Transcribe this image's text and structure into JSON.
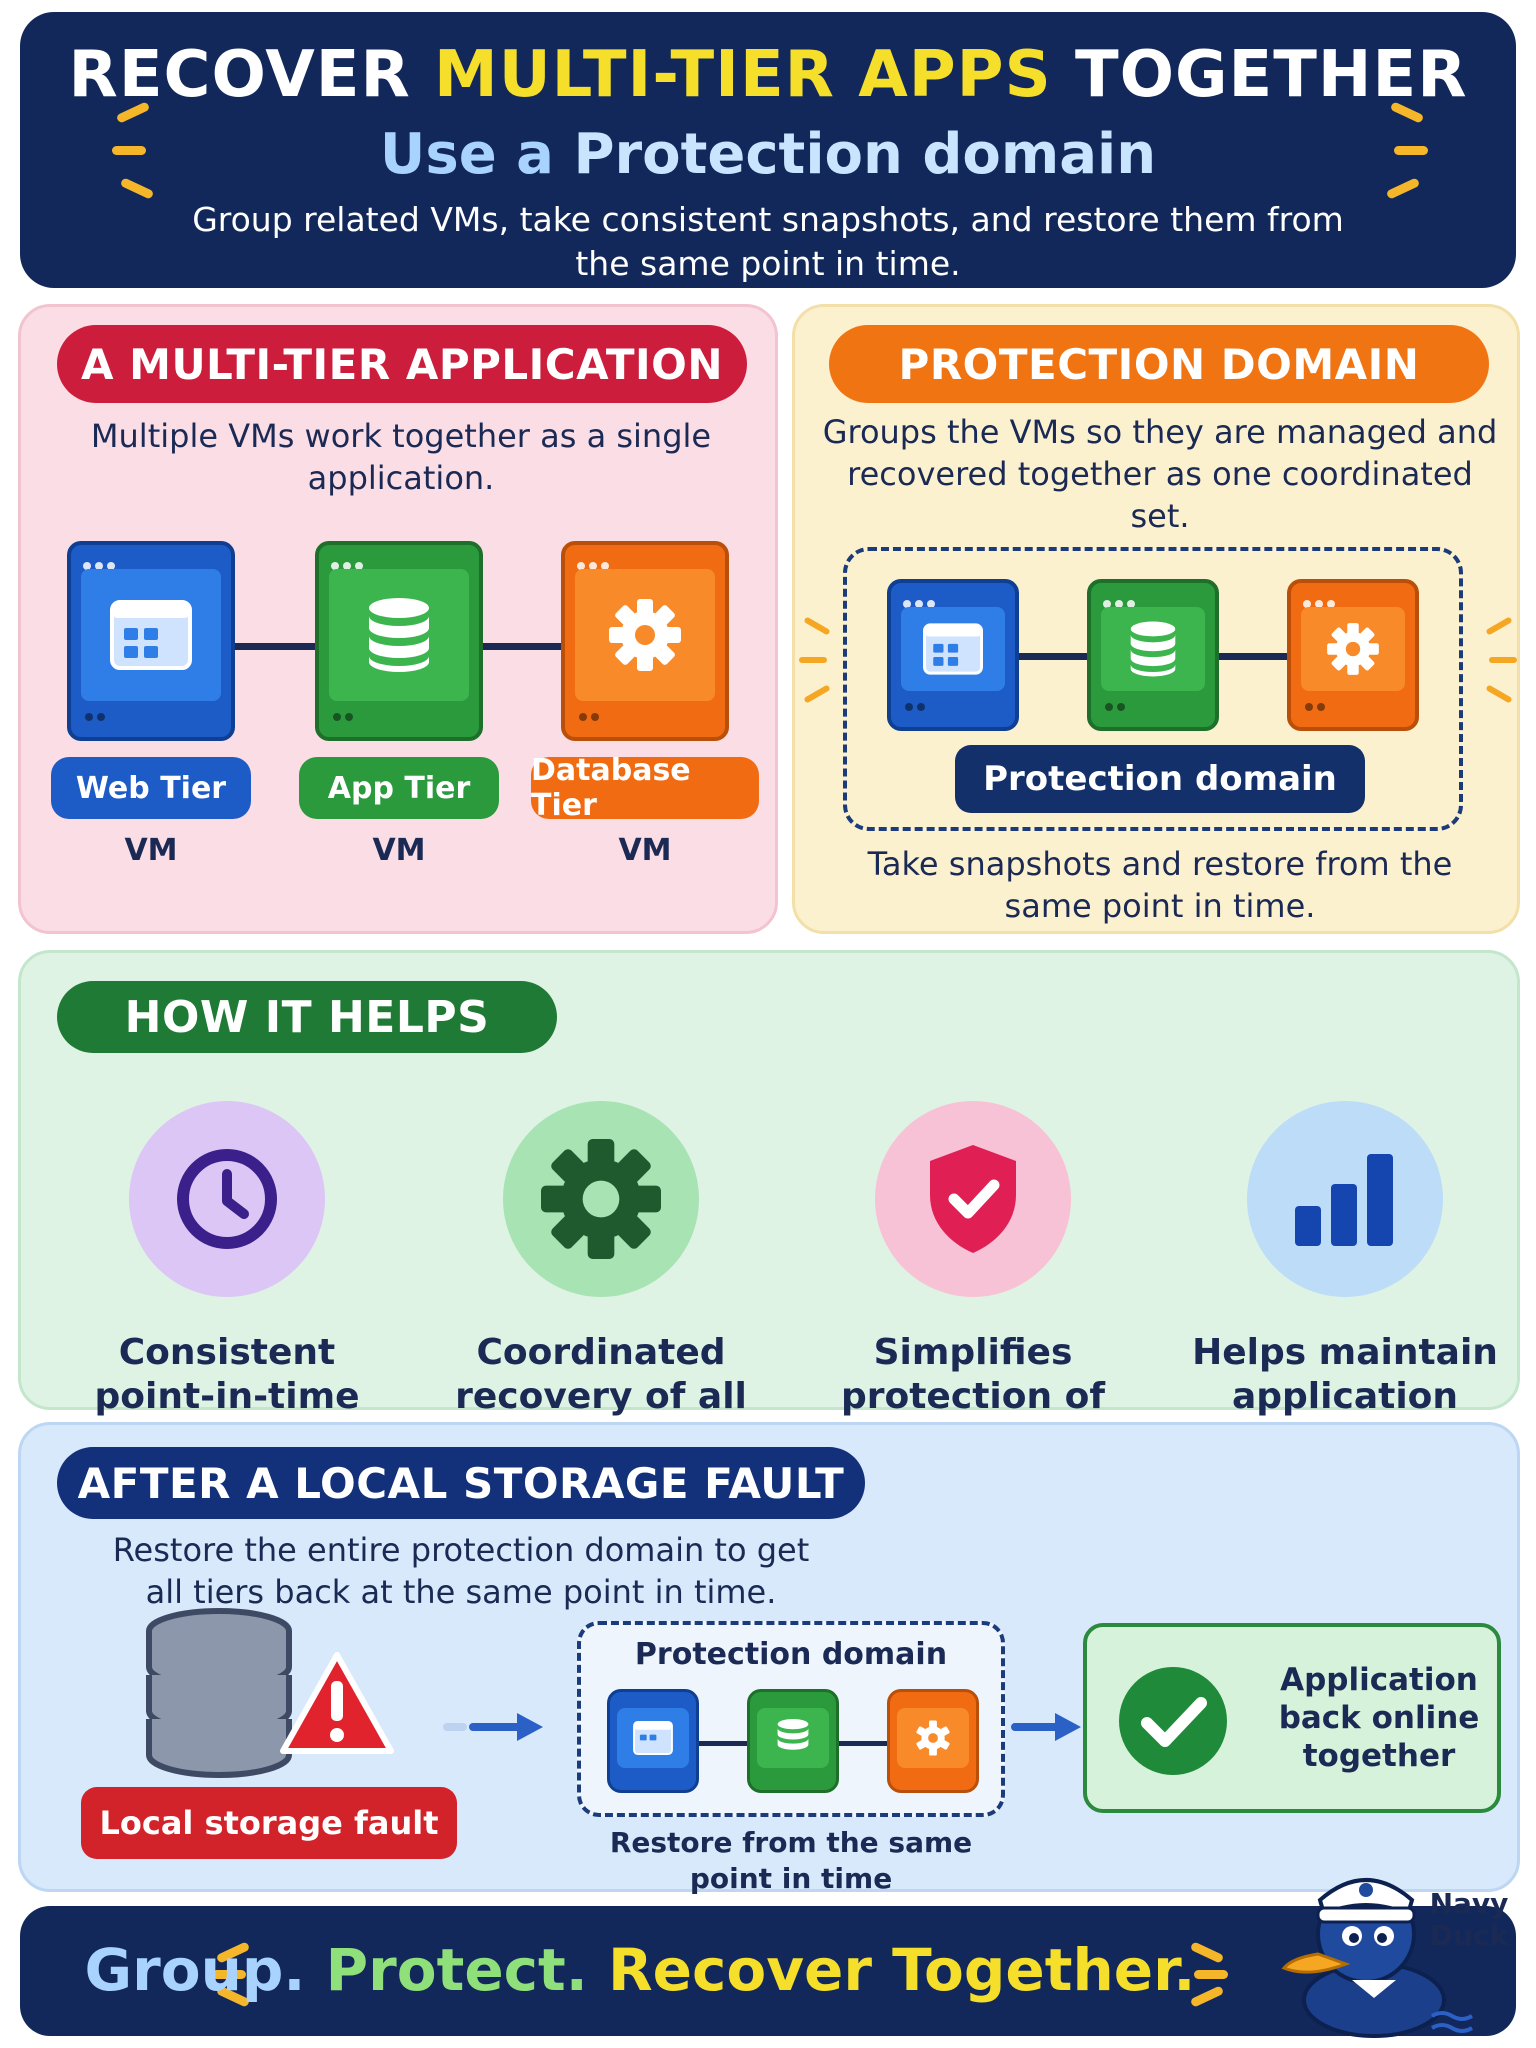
{
  "header": {
    "title_part1": "RECOVER ",
    "title_highlight": "MULTI-TIER APPS",
    "title_part2": " TOGETHER",
    "subtitle_part1": "Use a ",
    "subtitle_part2": "Protection domain",
    "description": "Group related VMs, take consistent snapshots, and restore them from the same point in time."
  },
  "app_section": {
    "title": "A MULTI-TIER APPLICATION",
    "description": "Multiple VMs work together as a single application.",
    "tiers": [
      {
        "label": "Web Tier",
        "vm": "VM",
        "color": "#1d5bc6",
        "icon": "browser-window-icon"
      },
      {
        "label": "App Tier",
        "vm": "VM",
        "color": "#2a9a3c",
        "icon": "database-icon"
      },
      {
        "label": "Database Tier",
        "vm": "VM",
        "color": "#f06b12",
        "icon": "gear-icon"
      }
    ]
  },
  "domain_section": {
    "title": "PROTECTION DOMAIN",
    "description": "Groups the VMs so they are managed and recovered together as one coordinated set.",
    "box_label": "Protection domain",
    "footer": "Take snapshots and restore from the same point in time."
  },
  "helps_section": {
    "title": "HOW IT HELPS",
    "benefits": [
      {
        "text": "Consistent point-in-time snapshots",
        "icon": "clock-icon",
        "color": "#dcc6f5"
      },
      {
        "text": "Coordinated recovery of all  VMs",
        "icon": "gear-icon",
        "color": "#a8e3b4"
      },
      {
        "text": "Simplifies protection of multi-tier apps",
        "icon": "shield-check-icon",
        "color": "#f8c2d6"
      },
      {
        "text": "Helps maintain application consistency",
        "icon": "bar-chart-icon",
        "color": "#bddcf8"
      }
    ]
  },
  "fault_section": {
    "title": "AFTER A LOCAL STORAGE FAULT",
    "description": "Restore the entire protection domain to get all tiers back at the same point in time.",
    "fault_label": "Local storage fault",
    "domain_title": "Protection domain",
    "restore_caption": "Restore from the same point in time",
    "online_text": "Application back online together"
  },
  "footer": {
    "word1": "Group.",
    "word2": "Protect.",
    "word3": "Recover Together.",
    "mascot_label": "Navy Duck"
  },
  "colors": {
    "navy": "#13285a",
    "accent_yellow": "#f6df2a",
    "red": "#cc1d3c",
    "orange": "#f17413",
    "green": "#1e7a34"
  }
}
